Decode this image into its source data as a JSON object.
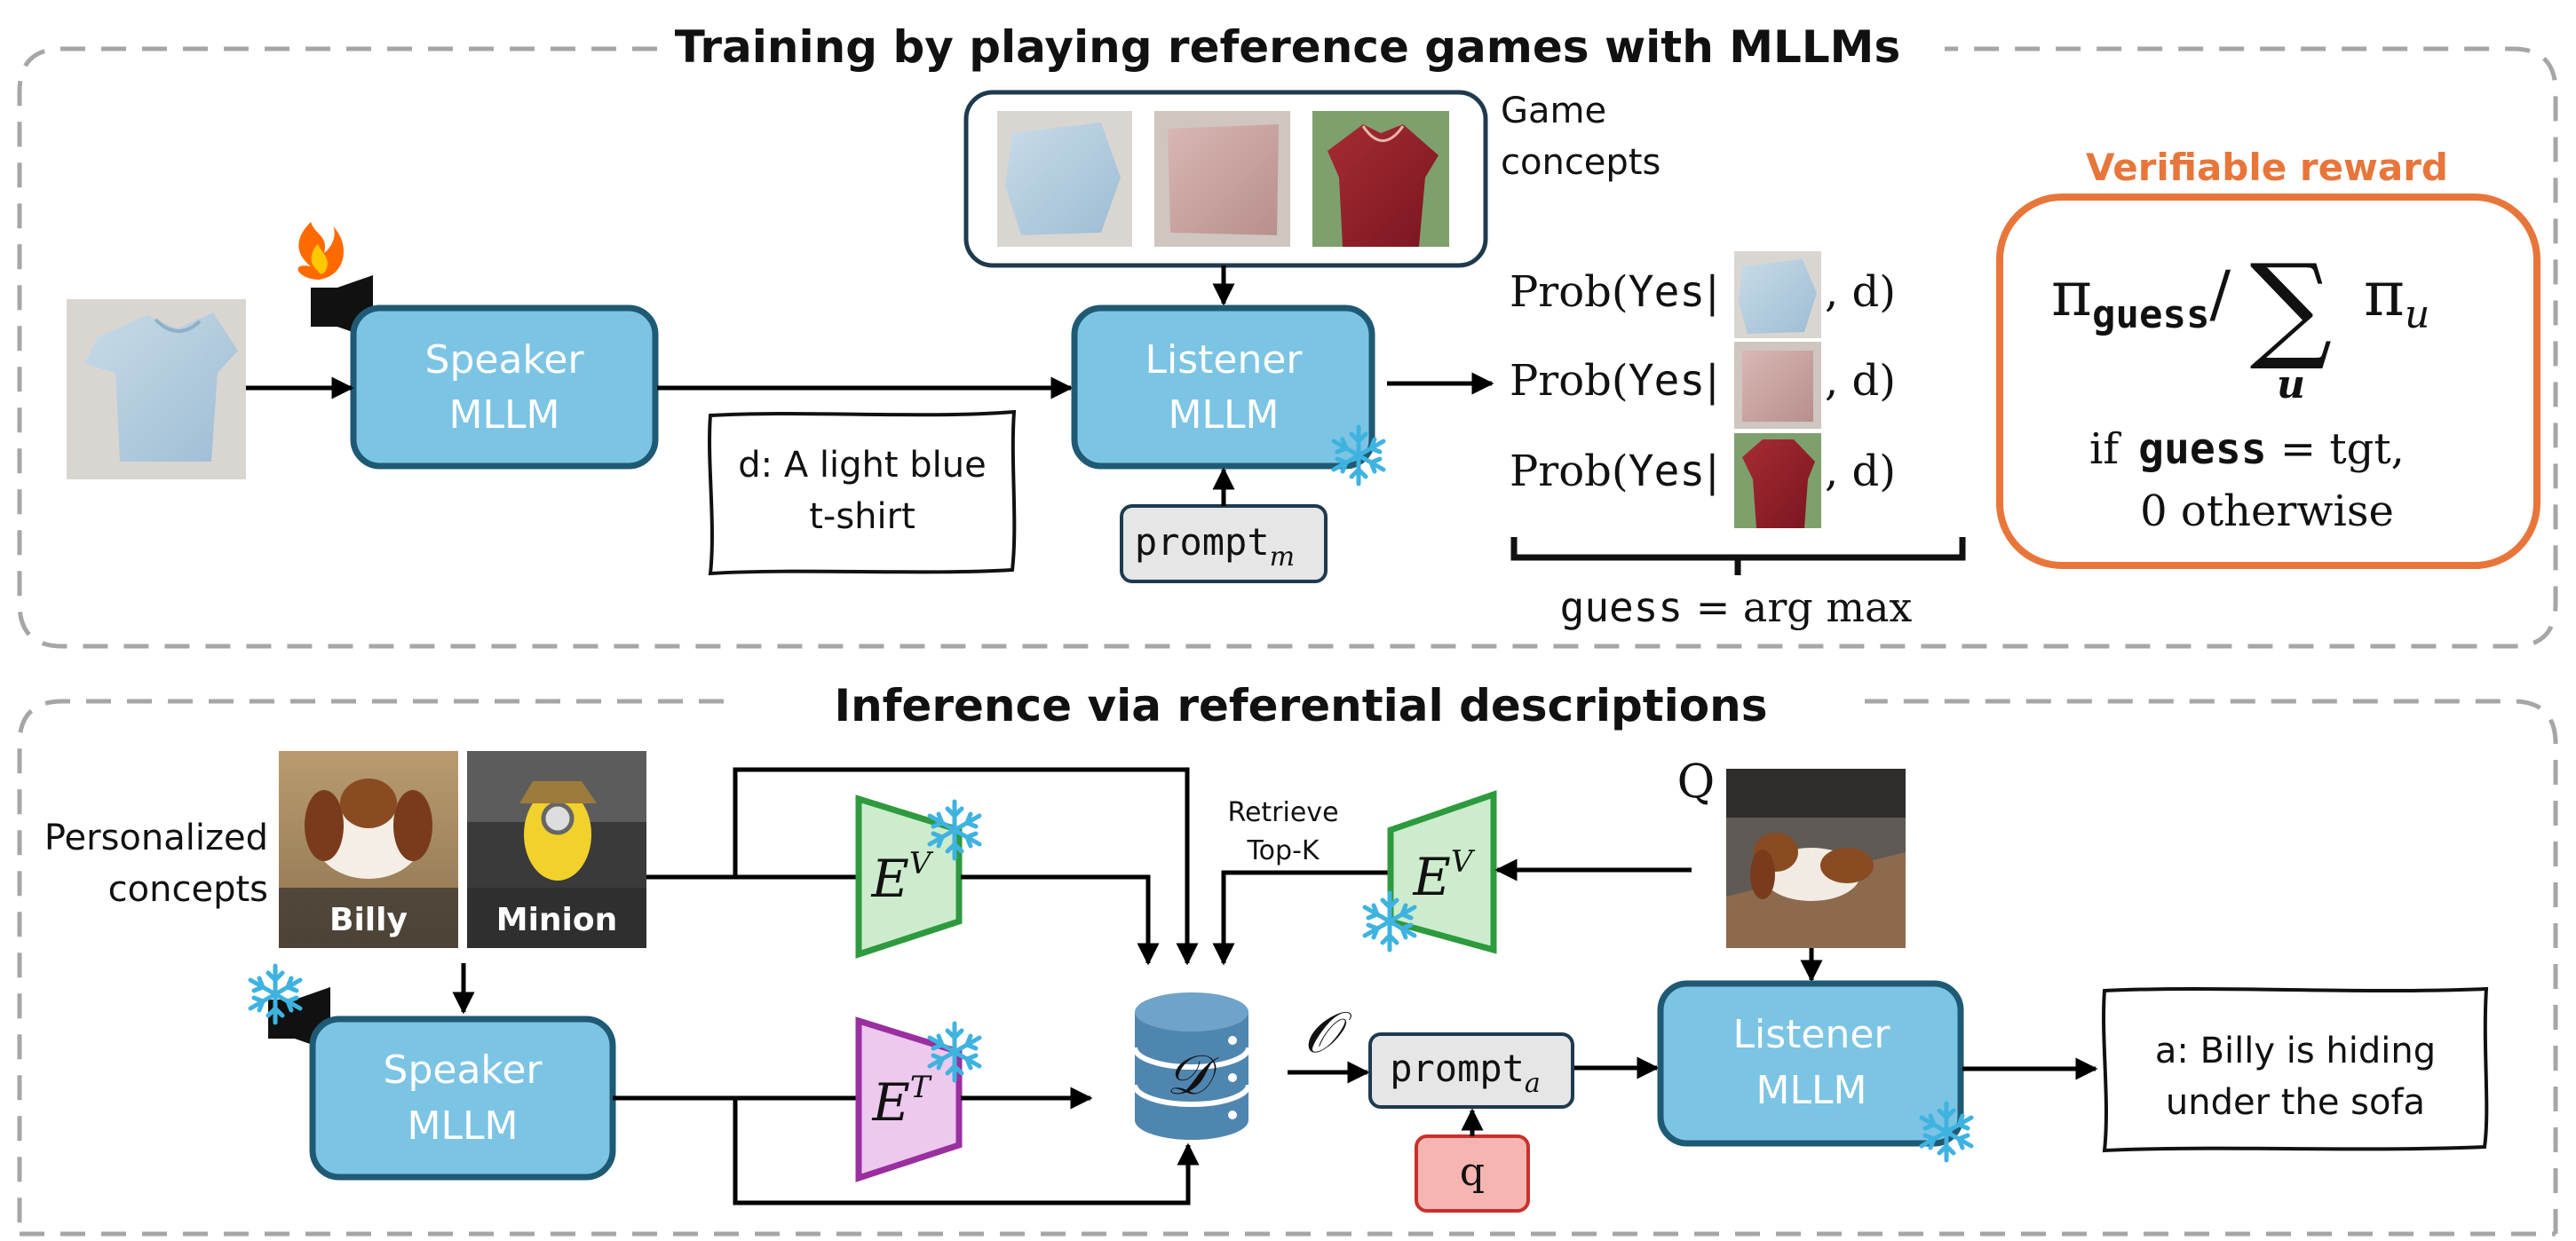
{
  "colors": {
    "mllm_fill": "#7cc4e4",
    "mllm_stroke": "#1f5a75",
    "reward_orange": "#e8763a",
    "encoder_green_fill": "#cdeccd",
    "encoder_green_stroke": "#2e9a3e",
    "encoder_purple_fill": "#edc9ee",
    "encoder_purple_stroke": "#9a2fa0",
    "db_blue": "#4f86b0",
    "q_red_fill": "#f6b5b0",
    "q_red_stroke": "#c9302c",
    "dashed_border": "#a6a6a6"
  },
  "training": {
    "title": "Training by playing reference games with MLLMs",
    "game_concepts_line1": "Game",
    "game_concepts_line2": "concepts",
    "speaker_line1": "Speaker",
    "speaker_line2": "MLLM",
    "listener_line1": "Listener",
    "listener_line2": "MLLM",
    "description_line1": "d: A light blue",
    "description_line2": "t-shirt",
    "prompt_text": "prompt",
    "prompt_sub": "m",
    "prob_prefix": "Prob(",
    "prob_yes": "Yes",
    "prob_bar": "|",
    "prob_suffix": ", d)",
    "guess_word": "guess",
    "guess_rhs": " = arg max",
    "reward_title": "Verifiable reward",
    "reward_pi": "π",
    "reward_guess": "guess",
    "reward_slash": "/",
    "reward_sum": "∑",
    "reward_u": "u",
    "reward_if": "if",
    "reward_cond_guess": "guess",
    "reward_cond_rhs": " = tgt,",
    "reward_otherwise": "0 otherwise"
  },
  "inference": {
    "title": "Inference via referential descriptions",
    "personalized_line1": "Personalized",
    "personalized_line2": "concepts",
    "concept_billy": "Billy",
    "concept_minion": "Minion",
    "speaker_line1": "Speaker",
    "speaker_line2": "MLLM",
    "encoder_v": "E",
    "encoder_v_sup": "V",
    "encoder_t": "E",
    "encoder_t_sup": "T",
    "retrieve_line1": "Retrieve",
    "retrieve_line2": "Top-K",
    "database": "𝒟",
    "retrieved_set": "𝒪",
    "prompt_text": "prompt",
    "prompt_sub": "a",
    "query_box": "q",
    "query_label": "Q",
    "listener_line1": "Listener",
    "listener_line2": "MLLM",
    "answer_line1": "a: Billy is hiding",
    "answer_line2": "under the sofa"
  }
}
